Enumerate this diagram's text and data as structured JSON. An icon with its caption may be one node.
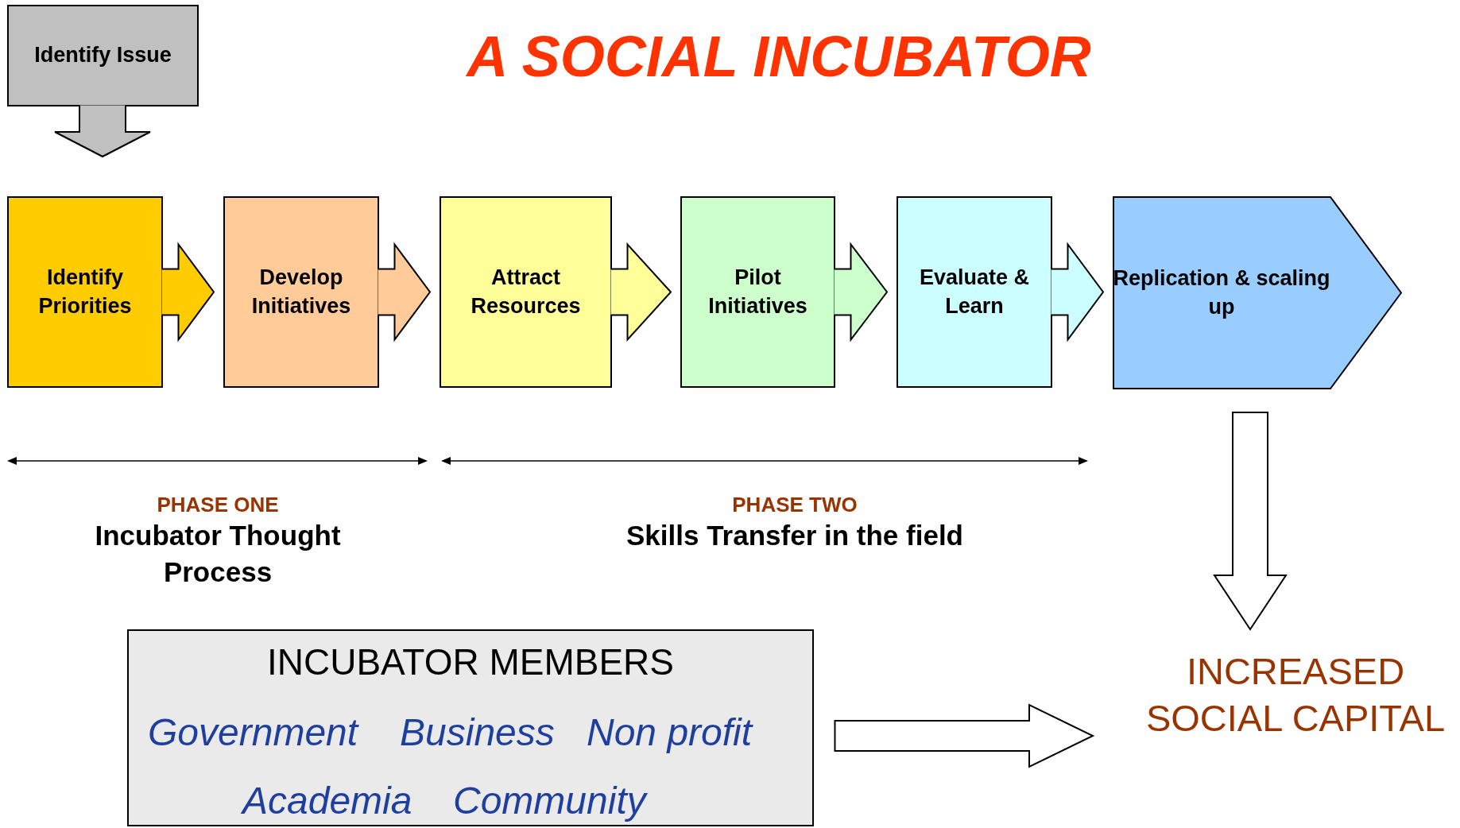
{
  "diagram": {
    "title": "A SOCIAL INCUBATOR",
    "nodes": [
      {
        "text": [
          "Identify Issue"
        ]
      },
      {
        "text": [
          "Identify Priorities"
        ]
      },
      {
        "text": [
          "Develop Initiatives"
        ]
      },
      {
        "text": [
          "Attract Resources"
        ]
      },
      {
        "text": [
          "Pilot Initiatives"
        ]
      },
      {
        "text": [
          "Evaluate & Learn"
        ]
      },
      {
        "text": [
          "Replication & scaling up"
        ]
      },
      {
        "text": [
          "INCREASED SOCIAL CAPITAL"
        ]
      },
      {
        "text": [
          "INCUBATOR MEMBERS",
          "Government",
          "Business",
          "Non profit",
          "Academia",
          "Community"
        ]
      }
    ],
    "edges": [
      {
        "from": 0,
        "to": 1,
        "arrow": "to",
        "color": "#c0c0c0"
      },
      {
        "from": 1,
        "to": 2,
        "arrow": "to",
        "color": "#ffcc00"
      },
      {
        "from": 2,
        "to": 3,
        "arrow": "to",
        "color": "#ffcc99"
      },
      {
        "from": 3,
        "to": 4,
        "arrow": "to",
        "color": "#ffff99"
      },
      {
        "from": 4,
        "to": 5,
        "arrow": "to",
        "color": "#ccffcc"
      },
      {
        "from": 5,
        "to": 6,
        "arrow": "to",
        "color": "#ccffff"
      },
      {
        "from": 6,
        "to": 7,
        "arrow": "to",
        "color": "#ffffff"
      },
      {
        "from": 8,
        "to": 7,
        "arrow": "to",
        "color": "#ffffff"
      }
    ],
    "labels": [
      "PHASE ONE",
      "Incubator Thought Process",
      "PHASE TWO",
      "Skills Transfer in the field"
    ]
  }
}
